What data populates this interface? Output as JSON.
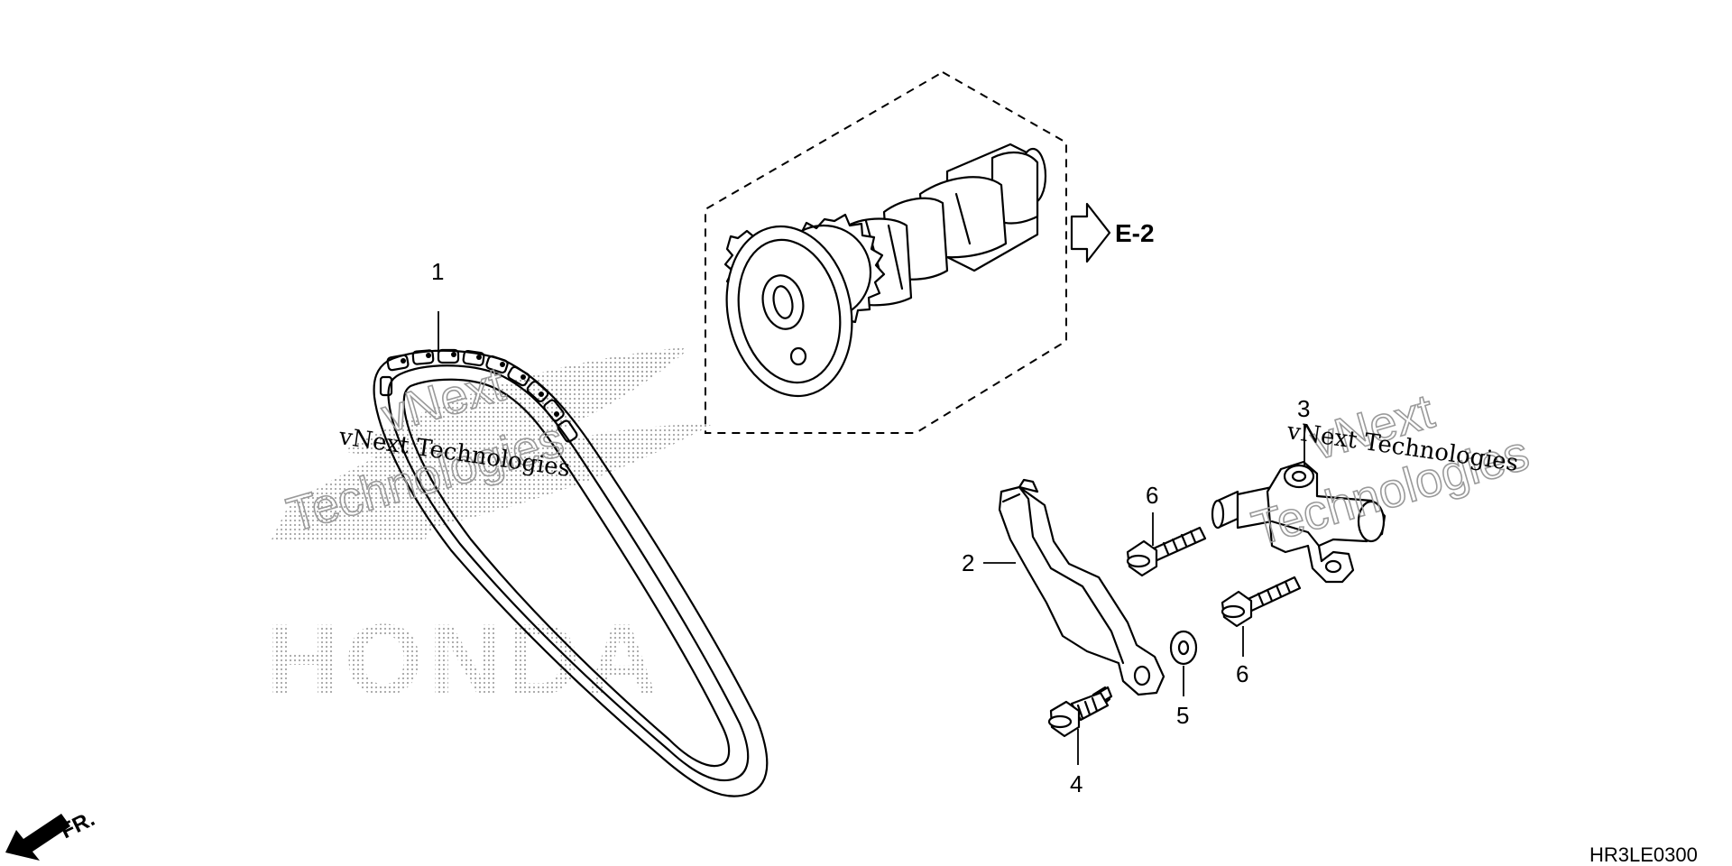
{
  "callouts": {
    "p1": "1",
    "p2": "2",
    "p3": "3",
    "p4": "4",
    "p5": "5",
    "p6a": "6",
    "p6b": "6"
  },
  "reference": {
    "label": "E-2"
  },
  "direction": {
    "label": "FR."
  },
  "diagram_code": "HR3LE0300",
  "watermarks": {
    "left_line1": "vNext Technologies",
    "left_line2": "vNext",
    "left_line3": "Technologies",
    "right_line1": "vNext Technologies",
    "right_line2": "vNext",
    "right_line3": "Technologies",
    "brand_logo": "HONDA"
  }
}
